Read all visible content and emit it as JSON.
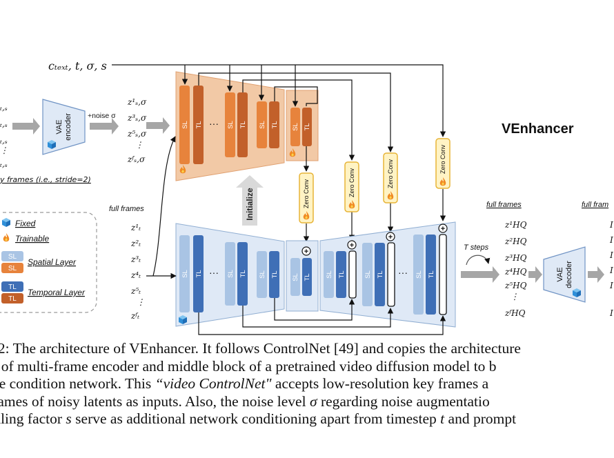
{
  "figure": {
    "title": "VEnhancer",
    "condition_inputs": "cₜₑₓₜ, t, σ, s",
    "left_frames": [
      "ₜ,ₛ",
      "ₜ,ₛ",
      "ₜ,ₛ",
      "⋮",
      "ₜ,ₛ"
    ],
    "left_caption": "y frames (i.e., stride=2)",
    "vae_encoder_label": [
      "VAE",
      "encoder"
    ],
    "noise_label": "+noise σ",
    "noisy_latents": [
      "z¹ₛ,σ",
      "z³ₛ,σ",
      "z⁵ₛ,σ",
      "⋮",
      "zᶠₛ,σ"
    ],
    "full_frames_label_left": "full frames",
    "full_latents": [
      "z¹ₜ",
      "z²ₜ",
      "z³ₜ",
      "z⁴ₜ",
      "z⁵ₜ",
      "⋮",
      "zᶠₜ"
    ],
    "layer_sl": "SL",
    "layer_tl": "TL",
    "ellipsis": "···",
    "initialize_label": "Initialize",
    "zero_conv_label": "Zero Conv",
    "t_steps_label": "T steps",
    "full_frames_label_right": "full frames",
    "hq_latents": [
      "z¹HQ",
      "z²HQ",
      "z³HQ",
      "z⁴HQ",
      "z⁵HQ",
      "⋮",
      "zᶠHQ"
    ],
    "vae_decoder_label": [
      "VAE",
      "decoder"
    ],
    "full_frames_label_far_right": "full fram",
    "right_cut_letters": [
      "I",
      "I",
      "I",
      "I",
      "I",
      "I"
    ],
    "plus_symbol": "+",
    "legend": {
      "fixed": "Fixed",
      "trainable": "Trainable",
      "spatial": "Spatial Layer",
      "temporal": "Temporal Layer"
    },
    "colors": {
      "control_fill": "#f2c9a6",
      "control_edge": "#e0a070",
      "main_fill": "#dfe9f6",
      "main_edge": "#90aed2",
      "sl_orange": "#e7833c",
      "tl_orange": "#c2602a",
      "sl_blue": "#a9c4e4",
      "tl_blue": "#3f6fb6",
      "zero_conv": "#fff3c4",
      "zero_conv_edge": "#e7b437"
    }
  },
  "caption": {
    "line1": "e 2: The architecture of VEnhancer. It follows ControlNet [49] and copies the architecture",
    "line2": "ts of multi-frame encoder and middle block of a pretrained video diffusion model to b",
    "line3_a": "ble condition network.  This ",
    "line3_b": "“video ControlNet\"",
    "line3_c": " accepts low-resolution key frames a",
    "line4_a": " frames of noisy latents as inputs. Also, the noise level ",
    "line4_b": "σ",
    "line4_c": " regarding noise augmentatio",
    "line5_a": "caling factor ",
    "line5_b": "s",
    "line5_c": " serve as additional network conditioning apart from timestep ",
    "line5_d": "t",
    "line5_e": " and prompt"
  }
}
